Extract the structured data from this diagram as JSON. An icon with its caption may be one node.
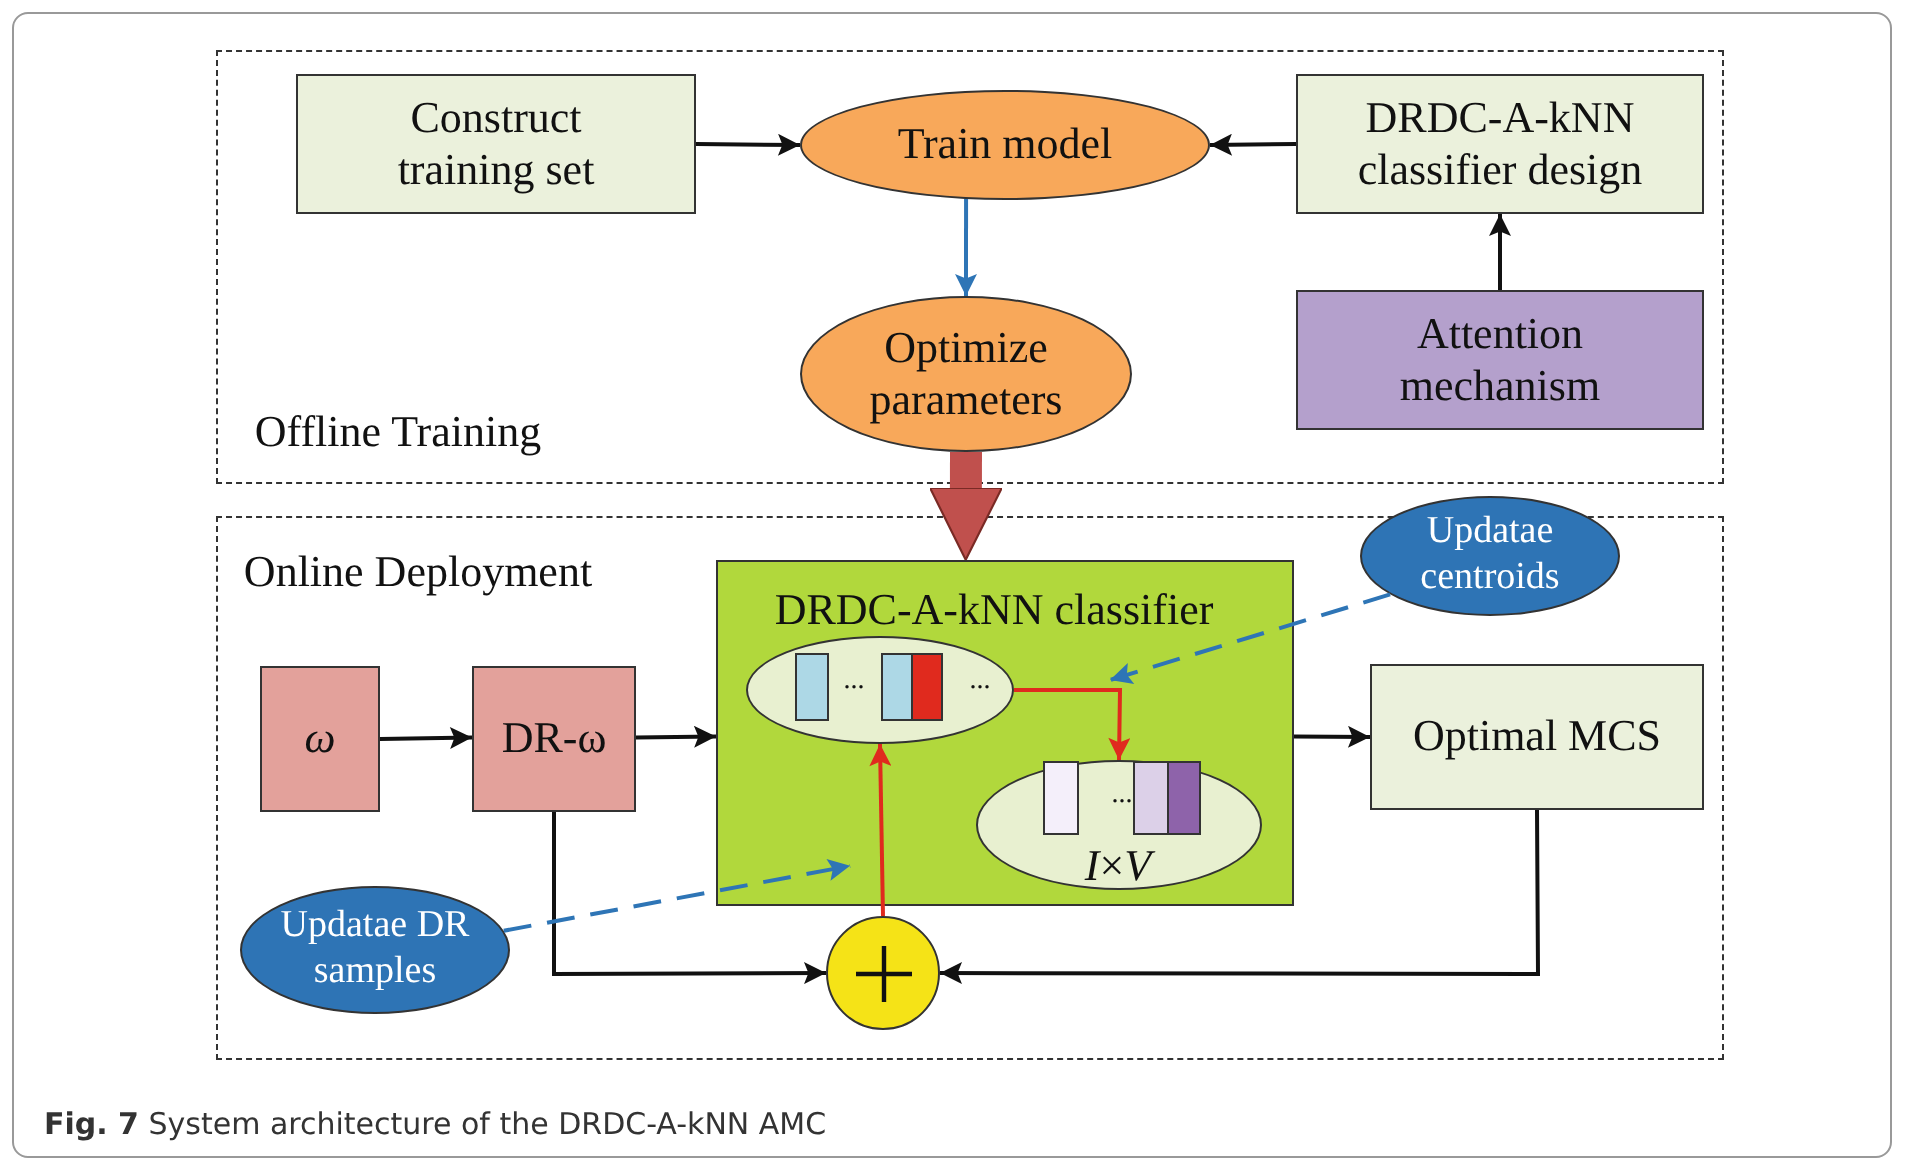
{
  "diagram": {
    "caption": "**Fig. 7** System architecture of the DRDC-A-kNN AMC",
    "nodes": [
      {
        "text": [
          "Offline Training"
        ]
      },
      {
        "text": [
          "Construct training set"
        ],
        "in": 0
      },
      {
        "text": [
          "Train model"
        ],
        "in": 0
      },
      {
        "text": [
          "DRDC-A-kNN classifier design"
        ],
        "in": 0
      },
      {
        "text": [
          "Optimize parameters"
        ],
        "in": 0
      },
      {
        "text": [
          "Attention mechanism"
        ],
        "in": 0
      },
      {
        "text": [
          "Online Deployment"
        ]
      },
      {
        "text": [
          "ω"
        ],
        "in": 6
      },
      {
        "text": [
          "DR-ω"
        ],
        "in": 6
      },
      {
        "text": [
          "DRDC-A-kNN classifier"
        ],
        "in": 6
      },
      {
        "text": [
          "...",
          "..."
        ],
        "in": 9
      },
      {
        "text": [
          "...",
          "*I*×*V*"
        ],
        "in": 9
      },
      {
        "text": [
          "Optimal MCS"
        ],
        "in": 6
      },
      {
        "text": [
          "Updatae centroids"
        ]
      },
      {
        "text": [
          "Updatae DR samples"
        ],
        "in": 6
      },
      {
        "text": [],
        "shape": "circle",
        "in": 6
      }
    ],
    "edges": [
      {
        "from": 1,
        "to": 2,
        "arrow": "to"
      },
      {
        "from": 3,
        "to": 2,
        "arrow": "to"
      },
      {
        "from": 2,
        "to": 4,
        "arrow": "to",
        "color": "#2e75b6"
      },
      {
        "from": 5,
        "to": 3,
        "arrow": "to"
      },
      {
        "from": 4,
        "to": 9,
        "arrow": "to",
        "style": "thick",
        "color": "#c0504d"
      },
      {
        "from": 7,
        "to": 8,
        "arrow": "to"
      },
      {
        "from": 8,
        "to": 9,
        "arrow": "to"
      },
      {
        "from": 9,
        "to": 12,
        "arrow": "to"
      },
      {
        "from": 10,
        "to": 11,
        "arrow": "to",
        "color": "#e02a1e"
      },
      {
        "from": 15,
        "to": 10,
        "arrow": "to",
        "color": "#e02a1e"
      },
      {
        "from": 8,
        "to": 15,
        "arrow": "to"
      },
      {
        "from": 12,
        "to": 15,
        "arrow": "to"
      },
      {
        "from": 13,
        "to": null,
        "arrow": "to",
        "style": "dashed",
        "color": "#2e75b6"
      },
      {
        "from": 14,
        "to": 9,
        "arrow": "to",
        "style": "dashed",
        "color": "#2e75b6"
      }
    ]
  }
}
